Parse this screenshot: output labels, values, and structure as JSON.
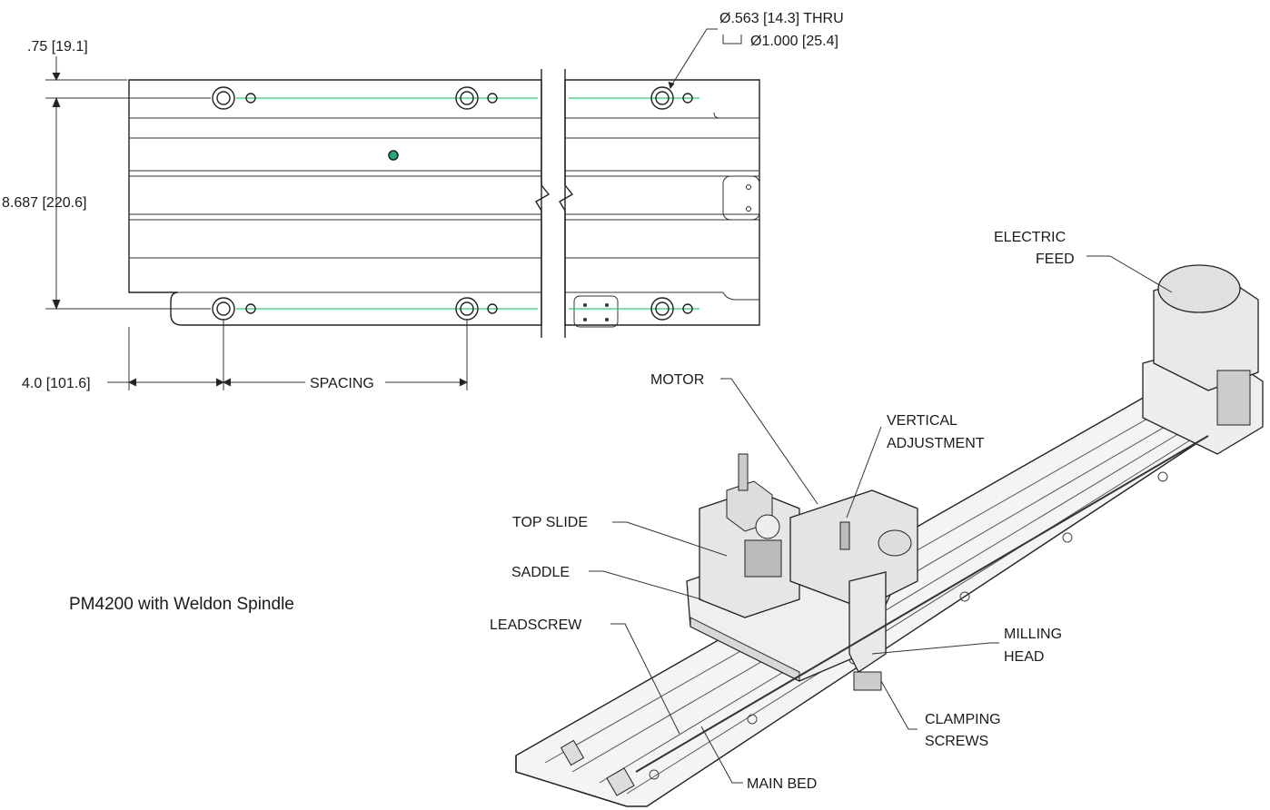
{
  "drawing": {
    "dims": {
      "top_offset": ".75 [19.1]",
      "height": "8.687 [220.6]",
      "left_offset": "4.0 [101.6]",
      "spacing": "SPACING",
      "hole_line1": "Ø.563 [14.3] THRU",
      "hole_line2": "Ø1.000 [25.4]"
    }
  },
  "caption": "PM4200 with Weldon Spindle",
  "callouts": {
    "electric_feed_1": "ELECTRIC",
    "electric_feed_2": "FEED",
    "motor": "MOTOR",
    "vertical_1": "VERTICAL",
    "vertical_2": "ADJUSTMENT",
    "top_slide": "TOP SLIDE",
    "saddle": "SADDLE",
    "leadscrew": "LEADSCREW",
    "milling_1": "MILLING",
    "milling_2": "HEAD",
    "clamping_1": "CLAMPING",
    "clamping_2": "SCREWS",
    "main_bed": "MAIN BED"
  }
}
